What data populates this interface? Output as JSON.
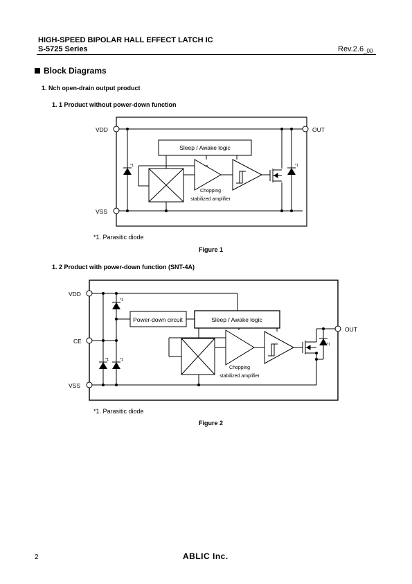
{
  "header": {
    "title": "HIGH-SPEED BIPOLAR HALL EFFECT LATCH IC",
    "series": "S-5725 Series",
    "rev": "Rev.2.6",
    "rev_sub": "_00"
  },
  "section_title": "Block Diagrams",
  "heading_1": "1.   Nch open-drain output product",
  "heading_1_1": "1. 1   Product without power-down function",
  "heading_1_2": "1. 2   Product with power-down function (SNT-4A)",
  "figure1": {
    "vdd": "VDD",
    "vss": "VSS",
    "out": "OUT",
    "sleep_awake": "Sleep / Awake logic",
    "chopping_1": "Chopping",
    "chopping_2": "stabilized amplifier",
    "mark": "*1",
    "note": "*1.  Parasitic diode",
    "caption": "Figure 1"
  },
  "figure2": {
    "vdd": "VDD",
    "ce": "CE",
    "vss": "VSS",
    "out": "OUT",
    "power_down": "Power-down circuit",
    "sleep_awake": "Sleep / Awake logic",
    "chopping_1": "Chopping",
    "chopping_2": "stabilized amplifier",
    "mark": "*1",
    "note": "*1.  Parasitic diode",
    "caption": "Figure 2"
  },
  "footer": {
    "page_number": "2",
    "company": "ABLIC Inc."
  }
}
